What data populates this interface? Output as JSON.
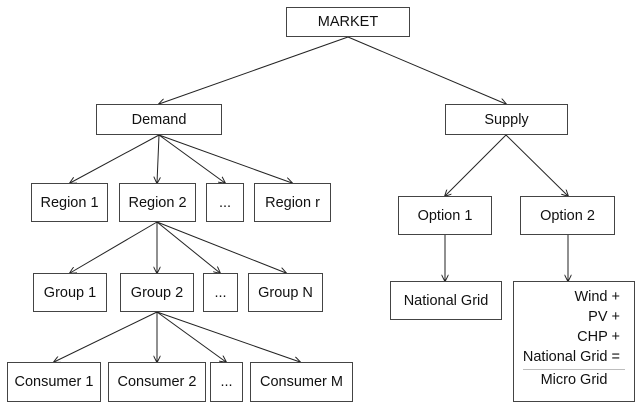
{
  "root": {
    "label": "MARKET"
  },
  "demand": {
    "label": "Demand",
    "regions": [
      "Region 1",
      "Region 2",
      "...",
      "Region r"
    ],
    "groups": [
      "Group 1",
      "Group 2",
      "...",
      "Group N"
    ],
    "consumers": [
      "Consumer 1",
      "Consumer 2",
      "...",
      "Consumer M"
    ]
  },
  "supply": {
    "label": "Supply",
    "option1": {
      "label": "Option 1",
      "source": "National Grid"
    },
    "option2": {
      "label": "Option 2",
      "mix": [
        "Wind +",
        "PV +",
        "CHP +",
        "National Grid ="
      ],
      "total": "Micro Grid"
    }
  },
  "colors": {
    "line": "#222222",
    "border": "#444444",
    "rule": "#bdbdbd"
  }
}
